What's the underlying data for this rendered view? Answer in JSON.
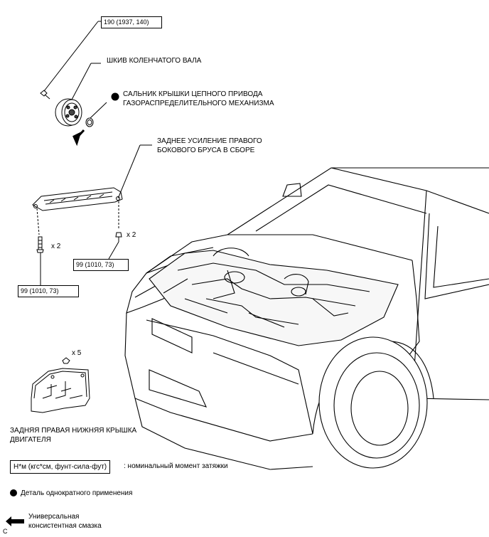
{
  "torque_labels": {
    "pulley_bolt": "190 (1937, 140)",
    "brace_bolt_left": "99 (1010, 73)",
    "brace_bolt_right": "99 (1010, 73)"
  },
  "part_labels": {
    "crank_pulley": "ШКИВ КОЛЕНЧАТОГО ВАЛА",
    "oil_seal_line1": "САЛЬНИК КРЫШКИ ЦЕПНОГО ПРИВОДА",
    "oil_seal_line2": "ГАЗОРАСПРЕДЕЛИТЕЛЬНОГО МЕХАНИЗМА",
    "brace_line1": "ЗАДНЕЕ УСИЛЕНИЕ ПРАВОГО",
    "brace_line2": "БОКОВОГО БРУСА В СБОРЕ",
    "under_cover_line1": "ЗАДНЯЯ ПРАВАЯ НИЖНЯЯ КРЫШКА",
    "under_cover_line2": "ДВИГАТЕЛЯ"
  },
  "quantities": {
    "brace_bolt_left": "x 2",
    "brace_bolt_right": "x 2",
    "cover_clips": "x 5"
  },
  "legend": {
    "torque_box": "Н*м (кгс*см, фунт-сила-фут)",
    "torque_desc": ": номинальный момент затяжки",
    "nonreusable": "Деталь однократного применения",
    "grease_line1": "Универсальная",
    "grease_line2": "консистентная смазка"
  },
  "corner_code": "C"
}
